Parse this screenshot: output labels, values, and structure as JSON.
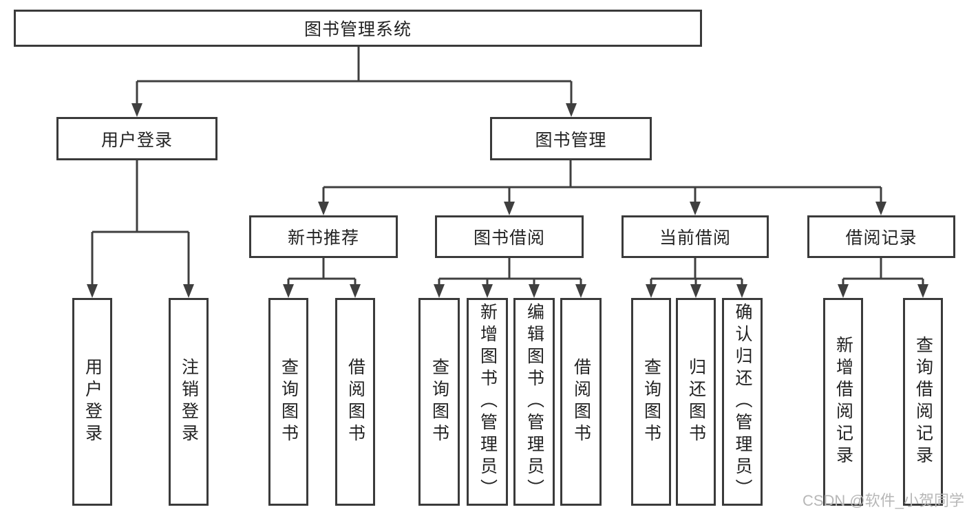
{
  "colors": {
    "line": "#3f3f3f",
    "border": "#3a3a3a",
    "text": "#222222",
    "watermark": "#b7b7b7",
    "background": "#ffffff"
  },
  "root": {
    "label": "图书管理系统"
  },
  "level2": [
    {
      "label": "用户登录"
    },
    {
      "label": "图书管理"
    }
  ],
  "level3": [
    {
      "label": "新书推荐"
    },
    {
      "label": "图书借阅"
    },
    {
      "label": "当前借阅"
    },
    {
      "label": "借阅记录"
    }
  ],
  "leaves": [
    {
      "label": "用户登录"
    },
    {
      "label": "注销登录"
    },
    {
      "label": "查询图书"
    },
    {
      "label": "借阅图书"
    },
    {
      "label": "查询图书"
    },
    {
      "label": "新增图书（管理员）"
    },
    {
      "label": "编辑图书（管理员）"
    },
    {
      "label": "借阅图书"
    },
    {
      "label": "查询图书"
    },
    {
      "label": "归还图书"
    },
    {
      "label": "确认归还（管理员）"
    },
    {
      "label": "新增借阅记录"
    },
    {
      "label": "查询借阅记录"
    }
  ],
  "watermark": {
    "text": "CSDN @软件_小贺同学"
  }
}
